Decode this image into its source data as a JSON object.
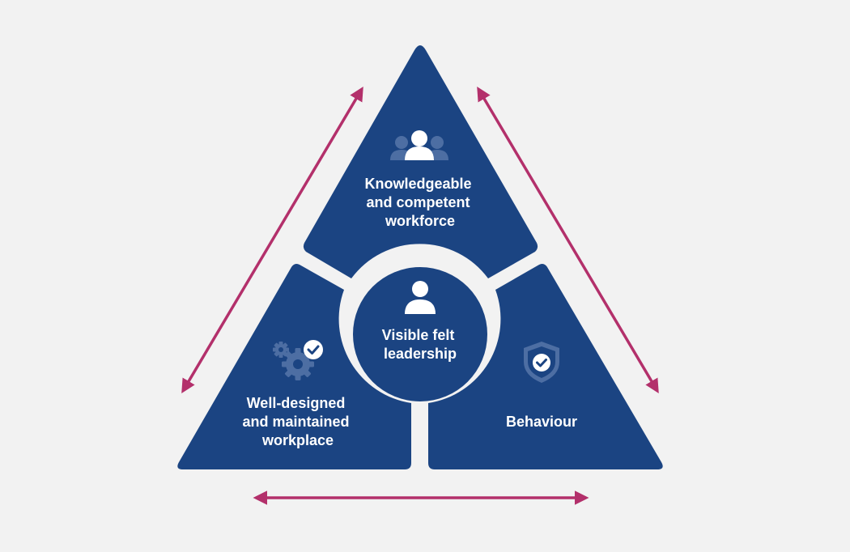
{
  "colors": {
    "background": "#f2f2f2",
    "segment": "#1b4482",
    "icon_dim": "#4d6ea3",
    "arrow": "#b3306b",
    "text": "#ffffff"
  },
  "segments": {
    "top": {
      "icon": "team-icon",
      "lines": [
        "Knowledgeable",
        "and competent",
        "workforce"
      ]
    },
    "left": {
      "icon": "gears-check-icon",
      "lines": [
        "Well-designed",
        "and maintained",
        "workplace"
      ]
    },
    "right": {
      "icon": "shield-check-icon",
      "lines": [
        "Behaviour"
      ]
    },
    "center": {
      "icon": "person-icon",
      "lines": [
        "Visible felt",
        "leadership"
      ]
    }
  },
  "arrows": [
    {
      "name": "left-side-arrow",
      "direction": "bidirectional"
    },
    {
      "name": "right-side-arrow",
      "direction": "bidirectional"
    },
    {
      "name": "bottom-arrow",
      "direction": "bidirectional"
    }
  ]
}
